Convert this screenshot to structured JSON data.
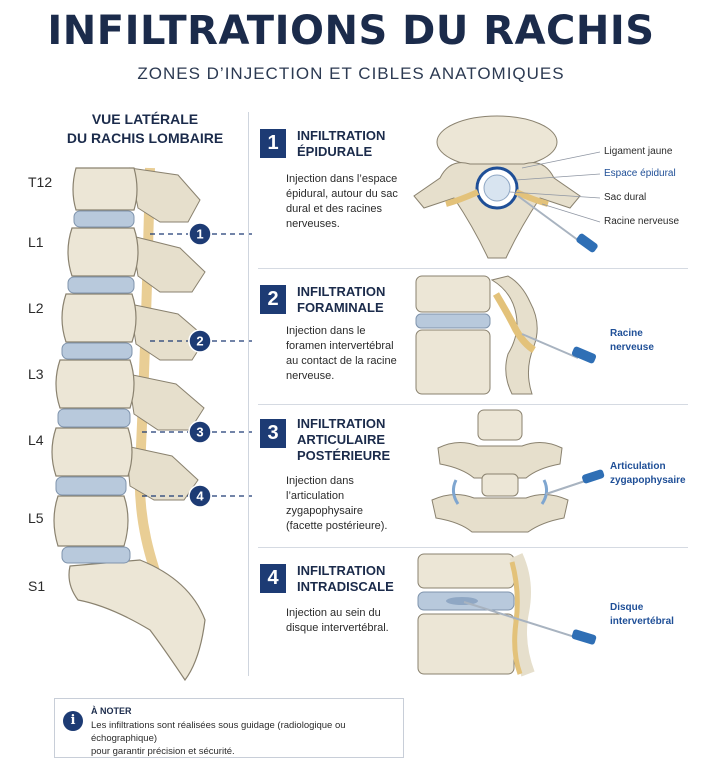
{
  "header": {
    "title": "INFILTRATIONS DU RACHIS",
    "subtitle": "ZONES D’INJECTION ET CIBLES ANATOMIQUES"
  },
  "lateral_view": {
    "title_line1": "VUE LATÉRALE",
    "title_line2": "DU RACHIS LOMBAIRE",
    "levels": [
      "T12",
      "L1",
      "L2",
      "L3",
      "L4",
      "L5",
      "S1"
    ],
    "markers": [
      "1",
      "2",
      "3",
      "4"
    ]
  },
  "panels": [
    {
      "number": "1",
      "title_lines": [
        "INFILTRATION",
        "ÉPIDURALE"
      ],
      "description_lines": [
        "Injection dans l’espace",
        "épidural, autour du sac",
        "dural et des racines",
        "nerveuses."
      ],
      "labels": [
        "Ligament jaune",
        "Espace épidural",
        "Sac dural",
        "Racine nerveuse"
      ]
    },
    {
      "number": "2",
      "title_lines": [
        "INFILTRATION",
        "FORAMINALE"
      ],
      "description_lines": [
        "Injection dans le",
        "foramen intervertébral",
        "au contact de la racine",
        "nerveuse."
      ],
      "labels": [
        "Racine",
        "nerveuse"
      ]
    },
    {
      "number": "3",
      "title_lines": [
        "INFILTRATION",
        "ARTICULAIRE",
        "POSTÉRIEURE"
      ],
      "description_lines": [
        "Injection dans",
        "l’articulation",
        "zygapophysaire",
        "(facette postérieure)."
      ],
      "labels": [
        "Articulation",
        "zygapophysaire"
      ]
    },
    {
      "number": "4",
      "title_lines": [
        "INFILTRATION",
        "INTRADISCALE"
      ],
      "description_lines": [
        "Injection au sein du",
        "disque intervertébral."
      ],
      "labels": [
        "Disque",
        "intervertébral"
      ]
    }
  ],
  "note": {
    "icon": "info-icon",
    "title": "À NOTER",
    "line1": "Les infiltrations sont réalisées sous guidage (radiologique ou échographique)",
    "line2": "pour garantir précision et sécurité."
  },
  "colors": {
    "navy": "#1d3b74",
    "bone": "#ece6d6",
    "disc": "#b8c9dc",
    "nerve": "#e3c27a",
    "needle_blue": "#2f6fb5"
  }
}
